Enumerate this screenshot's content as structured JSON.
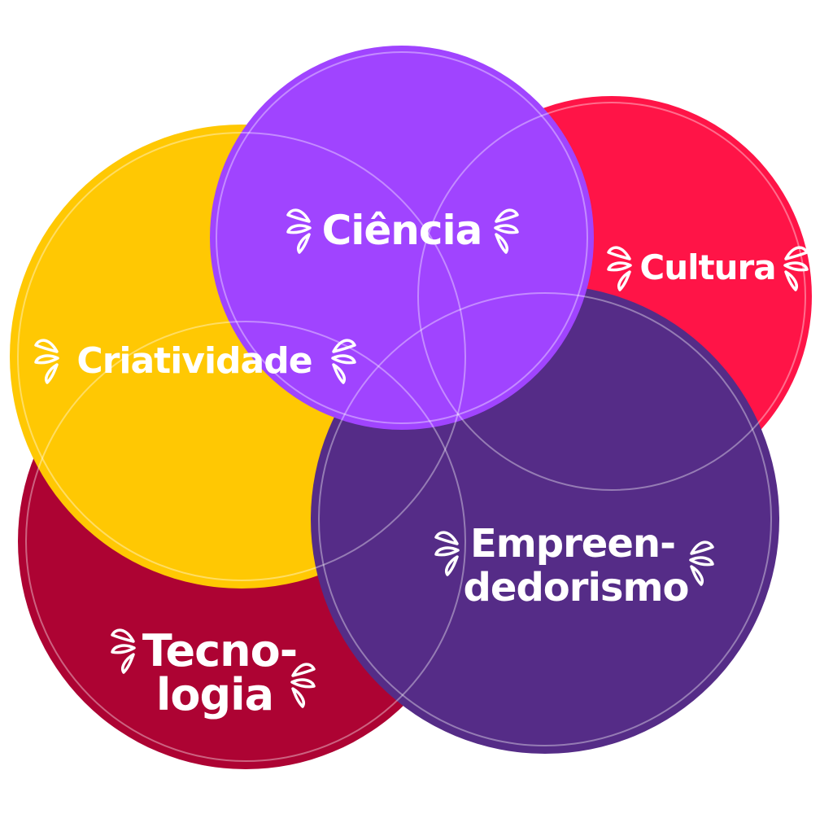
{
  "diagram": {
    "circles": [
      {
        "id": "tecnologia",
        "lines": [
          "Tecno-",
          "logia"
        ],
        "color": "#ad0333"
      },
      {
        "id": "cultura",
        "lines": [
          "Cultura"
        ],
        "color": "#ff1447"
      },
      {
        "id": "criatividade",
        "lines": [
          "Criatividade"
        ],
        "color": "#ffc803"
      },
      {
        "id": "empreendedorismo",
        "lines": [
          "Empreen-",
          "dedorismo"
        ],
        "color": "#552c87"
      },
      {
        "id": "ciencia",
        "lines": [
          "Ciência"
        ],
        "color": "#a044ff"
      }
    ],
    "outline_color": "#ffffff",
    "decoration_icon": "leaf-sprig-icon"
  }
}
